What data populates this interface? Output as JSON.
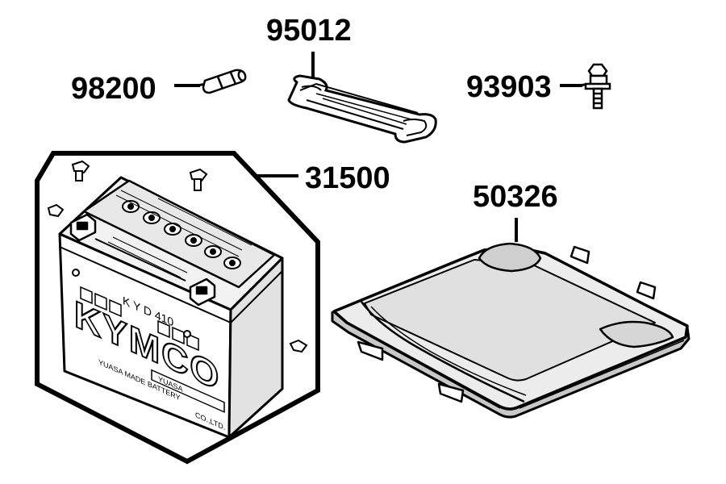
{
  "parts": {
    "p98200": {
      "number": "98200"
    },
    "p95012": {
      "number": "95012"
    },
    "p93903": {
      "number": "93903"
    },
    "p31500": {
      "number": "31500"
    },
    "p50326": {
      "number": "50326"
    }
  },
  "battery_print": {
    "model": "K Y D 410",
    "brand": "KYMCO",
    "maker": "YUASA",
    "battery_word": "YUASA  MADE  BATTERY",
    "company": "CO.,LTD."
  },
  "colors": {
    "ink": "#000000",
    "paper": "#ffffff",
    "shade_light": "#f2f2f2",
    "shade_mid": "#e2e2e2",
    "shade_dark": "#c8c8c8"
  }
}
